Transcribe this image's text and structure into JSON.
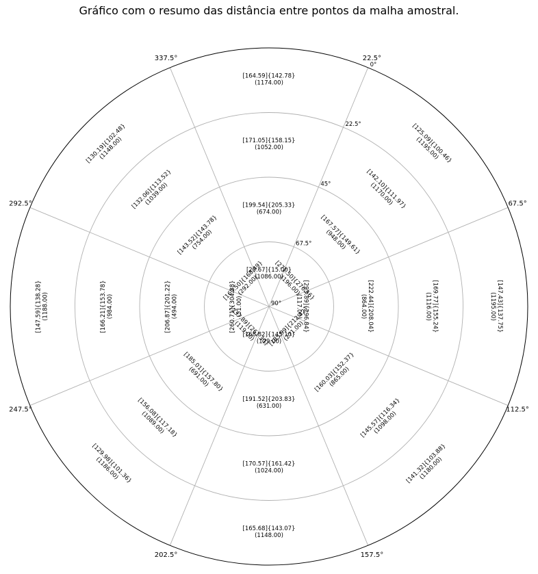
{
  "title": "Gráfico com o resumo das distância entre pontos da malha amostral.",
  "chart_data": {
    "type": "polar",
    "title": "Gráfico com o resumo das distância entre pontos da malha amostral.",
    "grid": true,
    "azimuth_labels": [
      "22.5°",
      "67.5°",
      "112.5°",
      "157.5°",
      "202.5°",
      "247.5°",
      "292.5°",
      "337.5°"
    ],
    "azimuth_label_angles": [
      22.5,
      67.5,
      112.5,
      157.5,
      202.5,
      247.5,
      292.5,
      337.5
    ],
    "radial_labels": [
      "0°",
      "22.5°",
      "45°",
      "67.5°",
      "90°"
    ],
    "radial_label_values": [
      0,
      22.5,
      45,
      67.5,
      90
    ],
    "radial_rings": [
      90,
      67.5,
      45,
      22.5
    ],
    "cell_format": "[mean]{std}\n(count)",
    "cells": [
      {
        "sector": 0,
        "ring": 0,
        "line1": "[20.67]{15.00}",
        "line2": "(1086.00)"
      },
      {
        "sector": 0,
        "ring": 1,
        "line1": "[199.54]{205.33}",
        "line2": "(674.00)"
      },
      {
        "sector": 0,
        "ring": 2,
        "line1": "[171.05]{158.15}",
        "line2": "(1052.00)"
      },
      {
        "sector": 0,
        "ring": 3,
        "line1": "[164.59]{142.78}",
        "line2": "(1174.00)"
      },
      {
        "sector": 1,
        "ring": 0,
        "line1": "[271.50]{276.56}",
        "line2": "(196.00)"
      },
      {
        "sector": 1,
        "ring": 1,
        "line1": "[167.57]{149.61}",
        "line2": "(948.00)"
      },
      {
        "sector": 1,
        "ring": 2,
        "line1": "[142.10]{111.97}",
        "line2": "(1170.00)"
      },
      {
        "sector": 1,
        "ring": 3,
        "line1": "[125.09]{100.46}",
        "line2": "(1195.00)"
      },
      {
        "sector": 2,
        "ring": 0,
        "line1": "[293.89]{296.84}",
        "line2": "(117.00)"
      },
      {
        "sector": 2,
        "ring": 1,
        "line1": "[222.44]{208.04}",
        "line2": "(864.00)"
      },
      {
        "sector": 2,
        "ring": 2,
        "line1": "[169.77]{155.24}",
        "line2": "(1116.00)"
      },
      {
        "sector": 2,
        "ring": 3,
        "line1": "[147.43]{137.75}",
        "line2": "(1195.00)"
      },
      {
        "sector": 3,
        "ring": 0,
        "line1": "[185.99]{212.42}",
        "line2": "(271.00)"
      },
      {
        "sector": 3,
        "ring": 1,
        "line1": "[160.03]{152.37}",
        "line2": "(865.00)"
      },
      {
        "sector": 3,
        "ring": 2,
        "line1": "[145.57]{116.34}",
        "line2": "(1098.00)"
      },
      {
        "sector": 3,
        "ring": 3,
        "line1": "[141.32]{103.88}",
        "line2": "(1180.00)"
      },
      {
        "sector": 4,
        "ring": 0,
        "line1": "[168.82]{145.10}",
        "line2": "(129.00)"
      },
      {
        "sector": 4,
        "ring": 1,
        "line1": "[191.52]{203.83}",
        "line2": "(631.00)"
      },
      {
        "sector": 4,
        "ring": 2,
        "line1": "[170.57]{161.42}",
        "line2": "(1024.00)"
      },
      {
        "sector": 4,
        "ring": 3,
        "line1": "[165.68]{143.07}",
        "line2": "(1148.00)"
      },
      {
        "sector": 5,
        "ring": 0,
        "line1": "[237.89]{261.30}",
        "line2": "(119.00)"
      },
      {
        "sector": 5,
        "ring": 1,
        "line1": "[185.01]{157.80}",
        "line2": "(691.00)"
      },
      {
        "sector": 5,
        "ring": 2,
        "line1": "[156.08]{117.18}",
        "line2": "(1089.00)"
      },
      {
        "sector": 5,
        "ring": 3,
        "line1": "[129.98]{101.36}",
        "line2": "(1186.00)"
      },
      {
        "sector": 6,
        "ring": 0,
        "line1": "[260.71]{304.38}",
        "line2": "(51.00)"
      },
      {
        "sector": 6,
        "ring": 1,
        "line1": "[206.87]{201.22}",
        "line2": "(494.00)"
      },
      {
        "sector": 6,
        "ring": 2,
        "line1": "[166.21]{153.78}",
        "line2": "(984.00)"
      },
      {
        "sector": 6,
        "ring": 3,
        "line1": "[147.59]{138.28}",
        "line2": "(1188.00)"
      },
      {
        "sector": 7,
        "ring": 0,
        "line1": "[169.50]{168.49}",
        "line2": "(292.00)"
      },
      {
        "sector": 7,
        "ring": 1,
        "line1": "[143.52]{143.78}",
        "line2": "(754.00)"
      },
      {
        "sector": 7,
        "ring": 2,
        "line1": "[132.06]{113.52}",
        "line2": "(1039.00)"
      },
      {
        "sector": 7,
        "ring": 3,
        "line1": "[130.19]{102.48}",
        "line2": "(1148.00)"
      }
    ]
  }
}
